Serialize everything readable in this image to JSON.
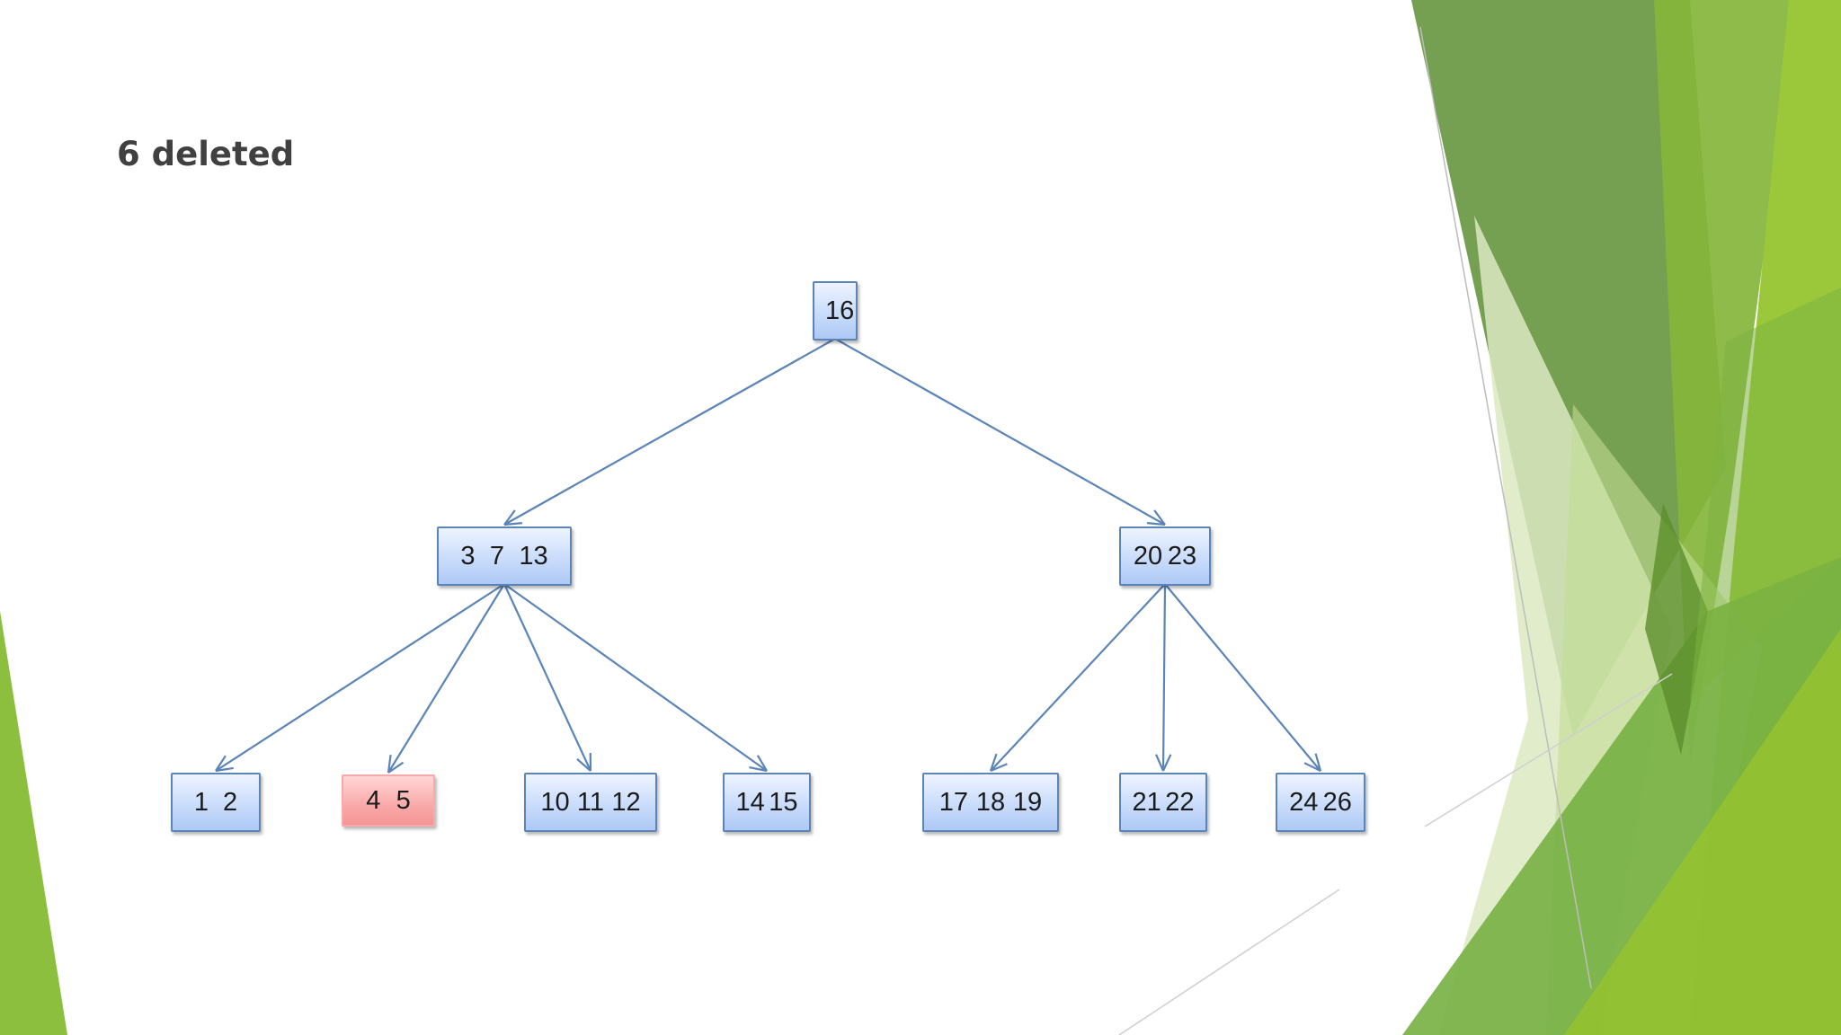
{
  "title": "6 deleted",
  "colors": {
    "node_fill": "#c9dcfb",
    "node_border": "#5b84b8",
    "highlight_fill": "#f9a9a9",
    "edge": "#5b84b8",
    "title_text": "#404040",
    "accent_greens": [
      "#6e9a48",
      "#86b53b",
      "#9ac83a",
      "#dce9c2",
      "#5b8f2a"
    ]
  },
  "tree": {
    "root": {
      "id": "root",
      "keys": [
        "16"
      ]
    },
    "level1": [
      {
        "id": "n-3-7-13",
        "keys": [
          "3",
          "7",
          "13"
        ],
        "parent": "root"
      },
      {
        "id": "n-20-23",
        "keys": [
          "20",
          "23"
        ],
        "parent": "root"
      }
    ],
    "leaves": [
      {
        "id": "leaf-1-2",
        "keys": [
          "1",
          "2"
        ],
        "parent": "n-3-7-13"
      },
      {
        "id": "leaf-4-5",
        "keys": [
          "4",
          "5"
        ],
        "parent": "n-3-7-13",
        "highlighted": true
      },
      {
        "id": "leaf-10-11-12",
        "keys": [
          "10",
          "11",
          "12"
        ],
        "parent": "n-3-7-13"
      },
      {
        "id": "leaf-14-15",
        "keys": [
          "14",
          "15"
        ],
        "parent": "n-3-7-13"
      },
      {
        "id": "leaf-17-18-19",
        "keys": [
          "17",
          "18",
          "19"
        ],
        "parent": "n-20-23"
      },
      {
        "id": "leaf-21-22",
        "keys": [
          "21",
          "22"
        ],
        "parent": "n-20-23"
      },
      {
        "id": "leaf-24-26",
        "keys": [
          "24",
          "26"
        ],
        "parent": "n-20-23"
      }
    ]
  }
}
